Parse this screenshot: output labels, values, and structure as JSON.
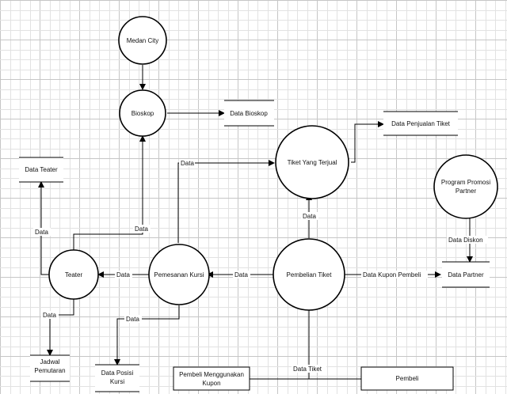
{
  "colors": {
    "grid_minor": "#e2e2e2",
    "grid_major": "#c6c6c6",
    "ink": "#000000"
  },
  "processes": {
    "medan_city": "Medan City",
    "bioskop": "Bioskop",
    "tiket_terjual": "Tiket Yang Terjual",
    "program_promosi_1": "Program Promosi",
    "program_promosi_2": "Partner",
    "teater": "Teater",
    "pemesanan": "Pemesanan Kursi",
    "pembelian": "Pembelian Tiket"
  },
  "stores": {
    "data_bioskop": "Data Bioskop",
    "data_penjualan": "Data Penjualan Tiket",
    "data_teater": "Data Teater",
    "data_partner": "Data Partner",
    "jadwal_1": "Jadwal",
    "jadwal_2": "Pemutaran",
    "posisi_1": "Data Posisi",
    "posisi_2": "Kursi"
  },
  "entities": {
    "pembeli_kupon_1": "Pembeli Menggunakan",
    "pembeli_kupon_2": "Kupon",
    "pembeli": "Pembeli"
  },
  "flows": {
    "pemesanan_to_tiket": "Data",
    "teater_to_bioskop": "Data",
    "teater_to_store": "Data",
    "pemesanan_to_teater": "Data",
    "pembelian_to_pemesanan": "Data",
    "pembelian_to_tiket": "Data",
    "promosi_to_partner": "Data Diskon",
    "pembelian_to_partner": "Data Kupon Pembeli",
    "teater_to_jadwal": "Data",
    "pemesanan_to_posisi": "Data",
    "entity_to_pembelian": "Data Tiket"
  }
}
